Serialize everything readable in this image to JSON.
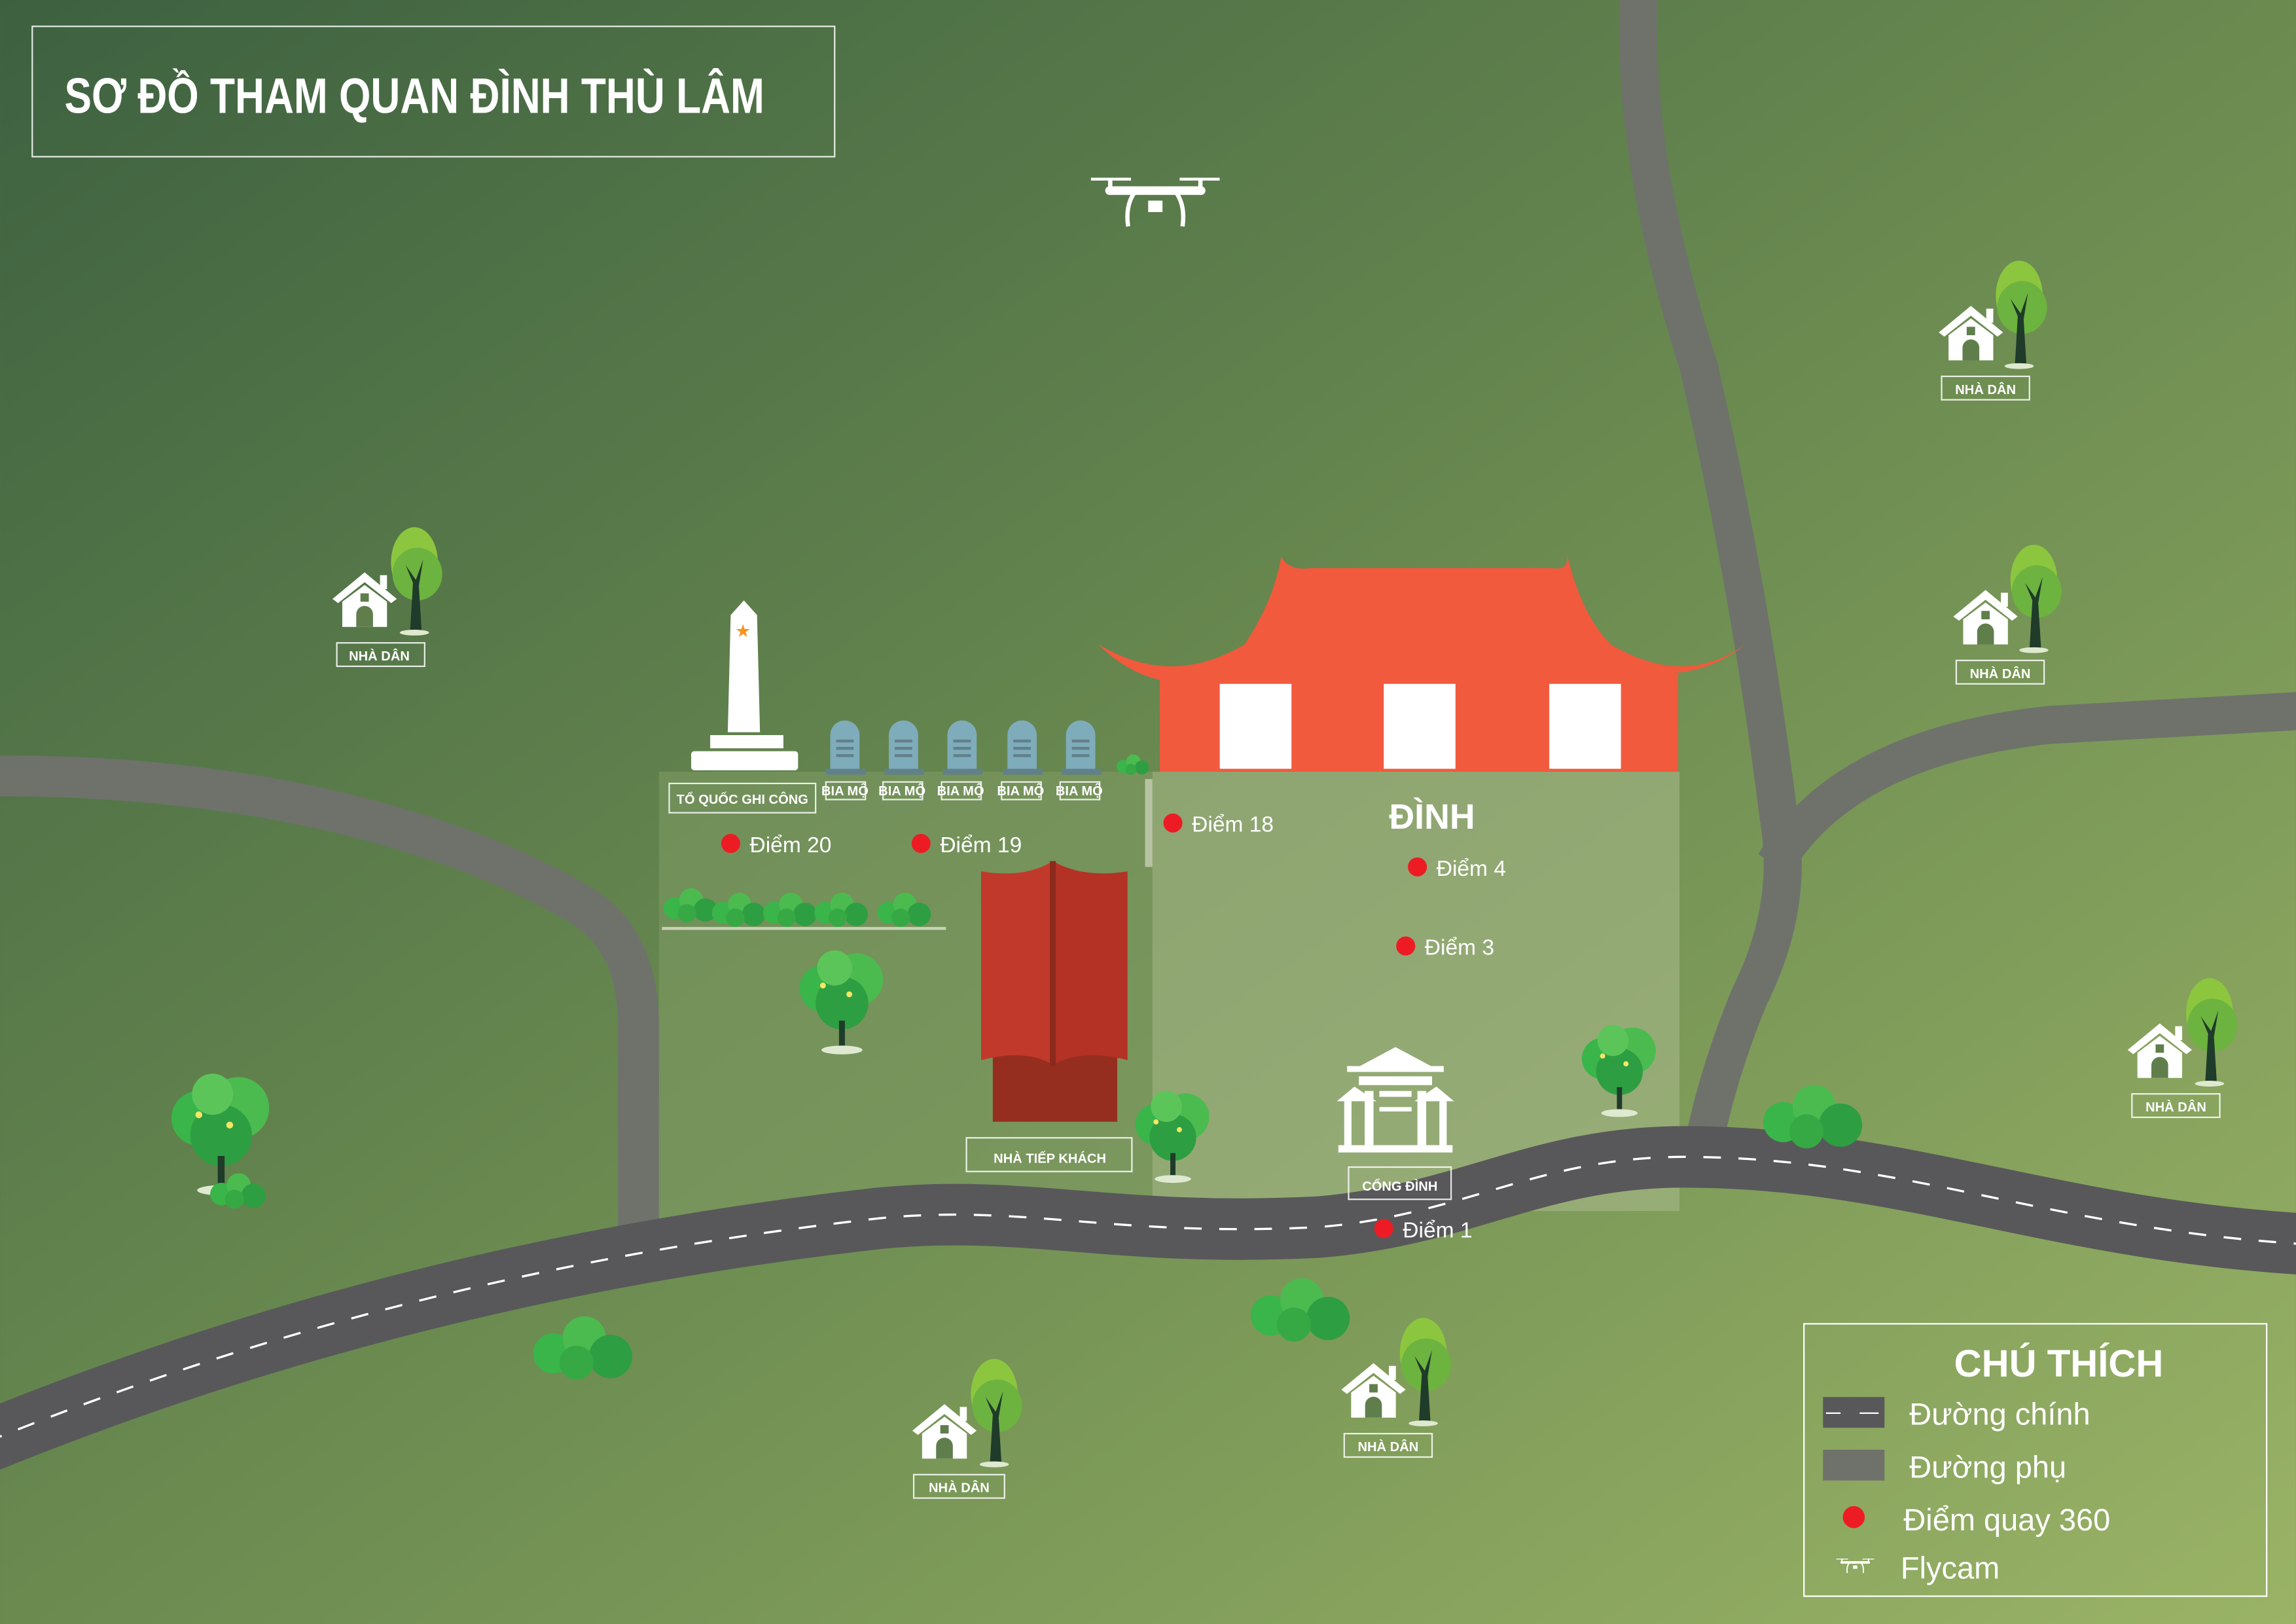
{
  "title": "SƠ ĐỒ THAM QUAN ĐÌNH THÙ LÂM",
  "places": {
    "dinh": "ĐÌNH",
    "nha_tiep_khach": "NHÀ TIẾP KHÁCH",
    "cong_dinh": "CỔNG ĐÌNH",
    "to_quoc_ghi_cong": "TỔ QUỐC GHI CÔNG",
    "bia_mo": [
      "BIA MỘ",
      "BIA MỘ",
      "BIA MỘ",
      "BIA MỘ",
      "BIA MỘ"
    ],
    "nha_dan": [
      "NHÀ DÂN",
      "NHÀ DÂN",
      "NHÀ DÂN",
      "NHÀ DÂN",
      "NHÀ DÂN",
      "NHÀ DÂN"
    ]
  },
  "points": [
    "Điểm 20",
    "Điểm 19",
    "Điểm 18",
    "Điểm 4",
    "Điểm 3",
    "Điểm 1"
  ],
  "legend": {
    "title": "CHÚ THÍCH",
    "main_road": "Đường chính",
    "side_road": "Đường phụ",
    "point_360": "Điểm quay 360",
    "flycam": "Flycam"
  },
  "colors": {
    "point": "#ed1c24",
    "roof": "#f15a3c",
    "main_road": "#58585a",
    "side_road": "#6e726b",
    "tomb": "#7eacbb"
  }
}
